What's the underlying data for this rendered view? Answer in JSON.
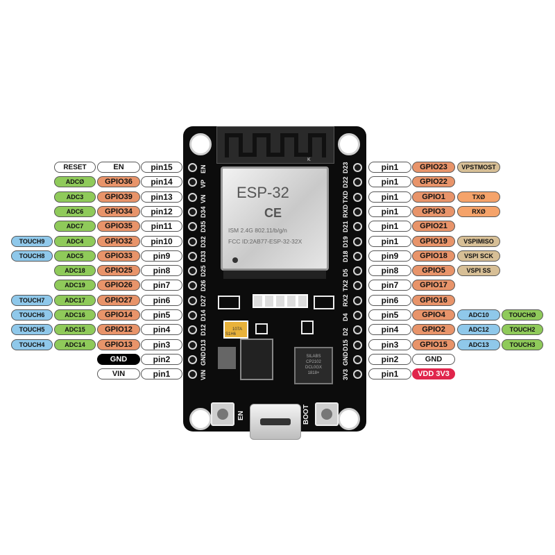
{
  "module": {
    "title": "ESP-32",
    "ce": "CE",
    "line1": "ISM  2.4G  802.11/b/g/n",
    "line2": "FCC ID:2AB77-ESP-32-32X",
    "antenna_mark": "K"
  },
  "chips": {
    "usb_line1": "SILABS",
    "usb_line2": "CP2102",
    "usb_line3": "DCL0GX",
    "usb_line4": "1818+",
    "cap_label": "107A\nS1H6"
  },
  "buttons": {
    "en": "EN",
    "boot": "BOOT"
  },
  "colors": {
    "white": "#ffffff",
    "gpio": "#e8946a",
    "adc": "#8fca5a",
    "touch": "#8fc8ea",
    "spi": "#d7bf96",
    "uart": "#f5a36a",
    "black": "#000000",
    "vdd": "#e0254b"
  },
  "left_rows": [
    {
      "pin": "pin15",
      "gpio": "EN",
      "gpio_color": "white",
      "adc": "RESET",
      "adc_color": "white",
      "silk": "EN"
    },
    {
      "pin": "pin14",
      "gpio": "GPIO36",
      "gpio_color": "gpio",
      "adc": "ADCØ",
      "adc_color": "adc",
      "silk": "VP"
    },
    {
      "pin": "pin13",
      "gpio": "GPIO39",
      "gpio_color": "gpio",
      "adc": "ADC3",
      "adc_color": "adc",
      "silk": "VN"
    },
    {
      "pin": "pin12",
      "gpio": "GPIO34",
      "gpio_color": "gpio",
      "adc": "ADC6",
      "adc_color": "adc",
      "silk": "D34"
    },
    {
      "pin": "pin11",
      "gpio": "GPIO35",
      "gpio_color": "gpio",
      "adc": "ADC7",
      "adc_color": "adc",
      "silk": "D35"
    },
    {
      "pin": "pin10",
      "gpio": "GPIO32",
      "gpio_color": "gpio",
      "adc": "ADC4",
      "adc_color": "adc",
      "touch": "TOUCH9",
      "silk": "D32"
    },
    {
      "pin": "pin9",
      "gpio": "GPIO33",
      "gpio_color": "gpio",
      "adc": "ADC5",
      "adc_color": "adc",
      "touch": "TOUCH8",
      "silk": "D33"
    },
    {
      "pin": "pin8",
      "gpio": "GPIO25",
      "gpio_color": "gpio",
      "adc": "ADC18",
      "adc_color": "adc",
      "silk": "D25"
    },
    {
      "pin": "pin7",
      "gpio": "GPIO26",
      "gpio_color": "gpio",
      "adc": "ADC19",
      "adc_color": "adc",
      "silk": "D26"
    },
    {
      "pin": "pin6",
      "gpio": "GPIO27",
      "gpio_color": "gpio",
      "adc": "ADC17",
      "adc_color": "adc",
      "touch": "TOUCH7",
      "silk": "D27"
    },
    {
      "pin": "pin5",
      "gpio": "GPIO14",
      "gpio_color": "gpio",
      "adc": "ADC16",
      "adc_color": "adc",
      "touch": "TOUCH6",
      "silk": "D14"
    },
    {
      "pin": "pin4",
      "gpio": "GPIO12",
      "gpio_color": "gpio",
      "adc": "ADC15",
      "adc_color": "adc",
      "touch": "TOUCH5",
      "silk": "D12"
    },
    {
      "pin": "pin3",
      "gpio": "GPIO13",
      "gpio_color": "gpio",
      "adc": "ADC14",
      "adc_color": "adc",
      "touch": "TOUCH4",
      "silk": "D13"
    },
    {
      "pin": "pin2",
      "gpio": "GND",
      "gpio_color": "black",
      "silk": "GND"
    },
    {
      "pin": "pin1",
      "gpio": "VIN",
      "gpio_color": "white",
      "silk": "VIN"
    }
  ],
  "right_rows": [
    {
      "pin": "pin1",
      "gpio": "GPIO23",
      "gpio_color": "gpio",
      "f1": "VPSTMOST",
      "f1_color": "spi",
      "silk": "D23"
    },
    {
      "pin": "pin1",
      "gpio": "GPIO22",
      "gpio_color": "gpio",
      "silk": "D22"
    },
    {
      "pin": "pin1",
      "gpio": "GPIO1",
      "gpio_color": "gpio",
      "f1": "TXØ",
      "f1_color": "uart",
      "silk": "TXD"
    },
    {
      "pin": "pin1",
      "gpio": "GPIO3",
      "gpio_color": "gpio",
      "f1": "RXØ",
      "f1_color": "uart",
      "silk": "RXD"
    },
    {
      "pin": "pin1",
      "gpio": "GPIO21",
      "gpio_color": "gpio",
      "silk": "D21"
    },
    {
      "pin": "pin1",
      "gpio": "GPIO19",
      "gpio_color": "gpio",
      "f1": "VSPIMISO",
      "f1_color": "spi",
      "silk": "D19"
    },
    {
      "pin": "pin9",
      "gpio": "GPIO18",
      "gpio_color": "gpio",
      "f1": "VSPI SCK",
      "f1_color": "spi",
      "silk": "D18"
    },
    {
      "pin": "pin8",
      "gpio": "GPIO5",
      "gpio_color": "gpio",
      "f1": "VSPI SS",
      "f1_color": "spi",
      "silk": "D5"
    },
    {
      "pin": "pin7",
      "gpio": "GPIO17",
      "gpio_color": "gpio",
      "silk": "TX2"
    },
    {
      "pin": "pin6",
      "gpio": "GPIO16",
      "gpio_color": "gpio",
      "silk": "RX2"
    },
    {
      "pin": "pin5",
      "gpio": "GPIO4",
      "gpio_color": "gpio",
      "f1": "ADC10",
      "f1_color": "touch",
      "f2": "TOUCHØ",
      "f2_color": "adc",
      "silk": "D4"
    },
    {
      "pin": "pin4",
      "gpio": "GPIO2",
      "gpio_color": "gpio",
      "f1": "ADC12",
      "f1_color": "touch",
      "f2": "TOUCH2",
      "f2_color": "adc",
      "silk": "D2"
    },
    {
      "pin": "pin3",
      "gpio": "GPIO15",
      "gpio_color": "gpio",
      "f1": "ADC13",
      "f1_color": "touch",
      "f2": "TOUCH3",
      "f2_color": "adc",
      "silk": "D15"
    },
    {
      "pin": "pin2",
      "gpio": "GND",
      "gpio_color": "white",
      "silk": "GND"
    },
    {
      "pin": "pin1",
      "gpio": "VDD 3V3",
      "gpio_color": "vdd",
      "silk": "3V3"
    }
  ]
}
